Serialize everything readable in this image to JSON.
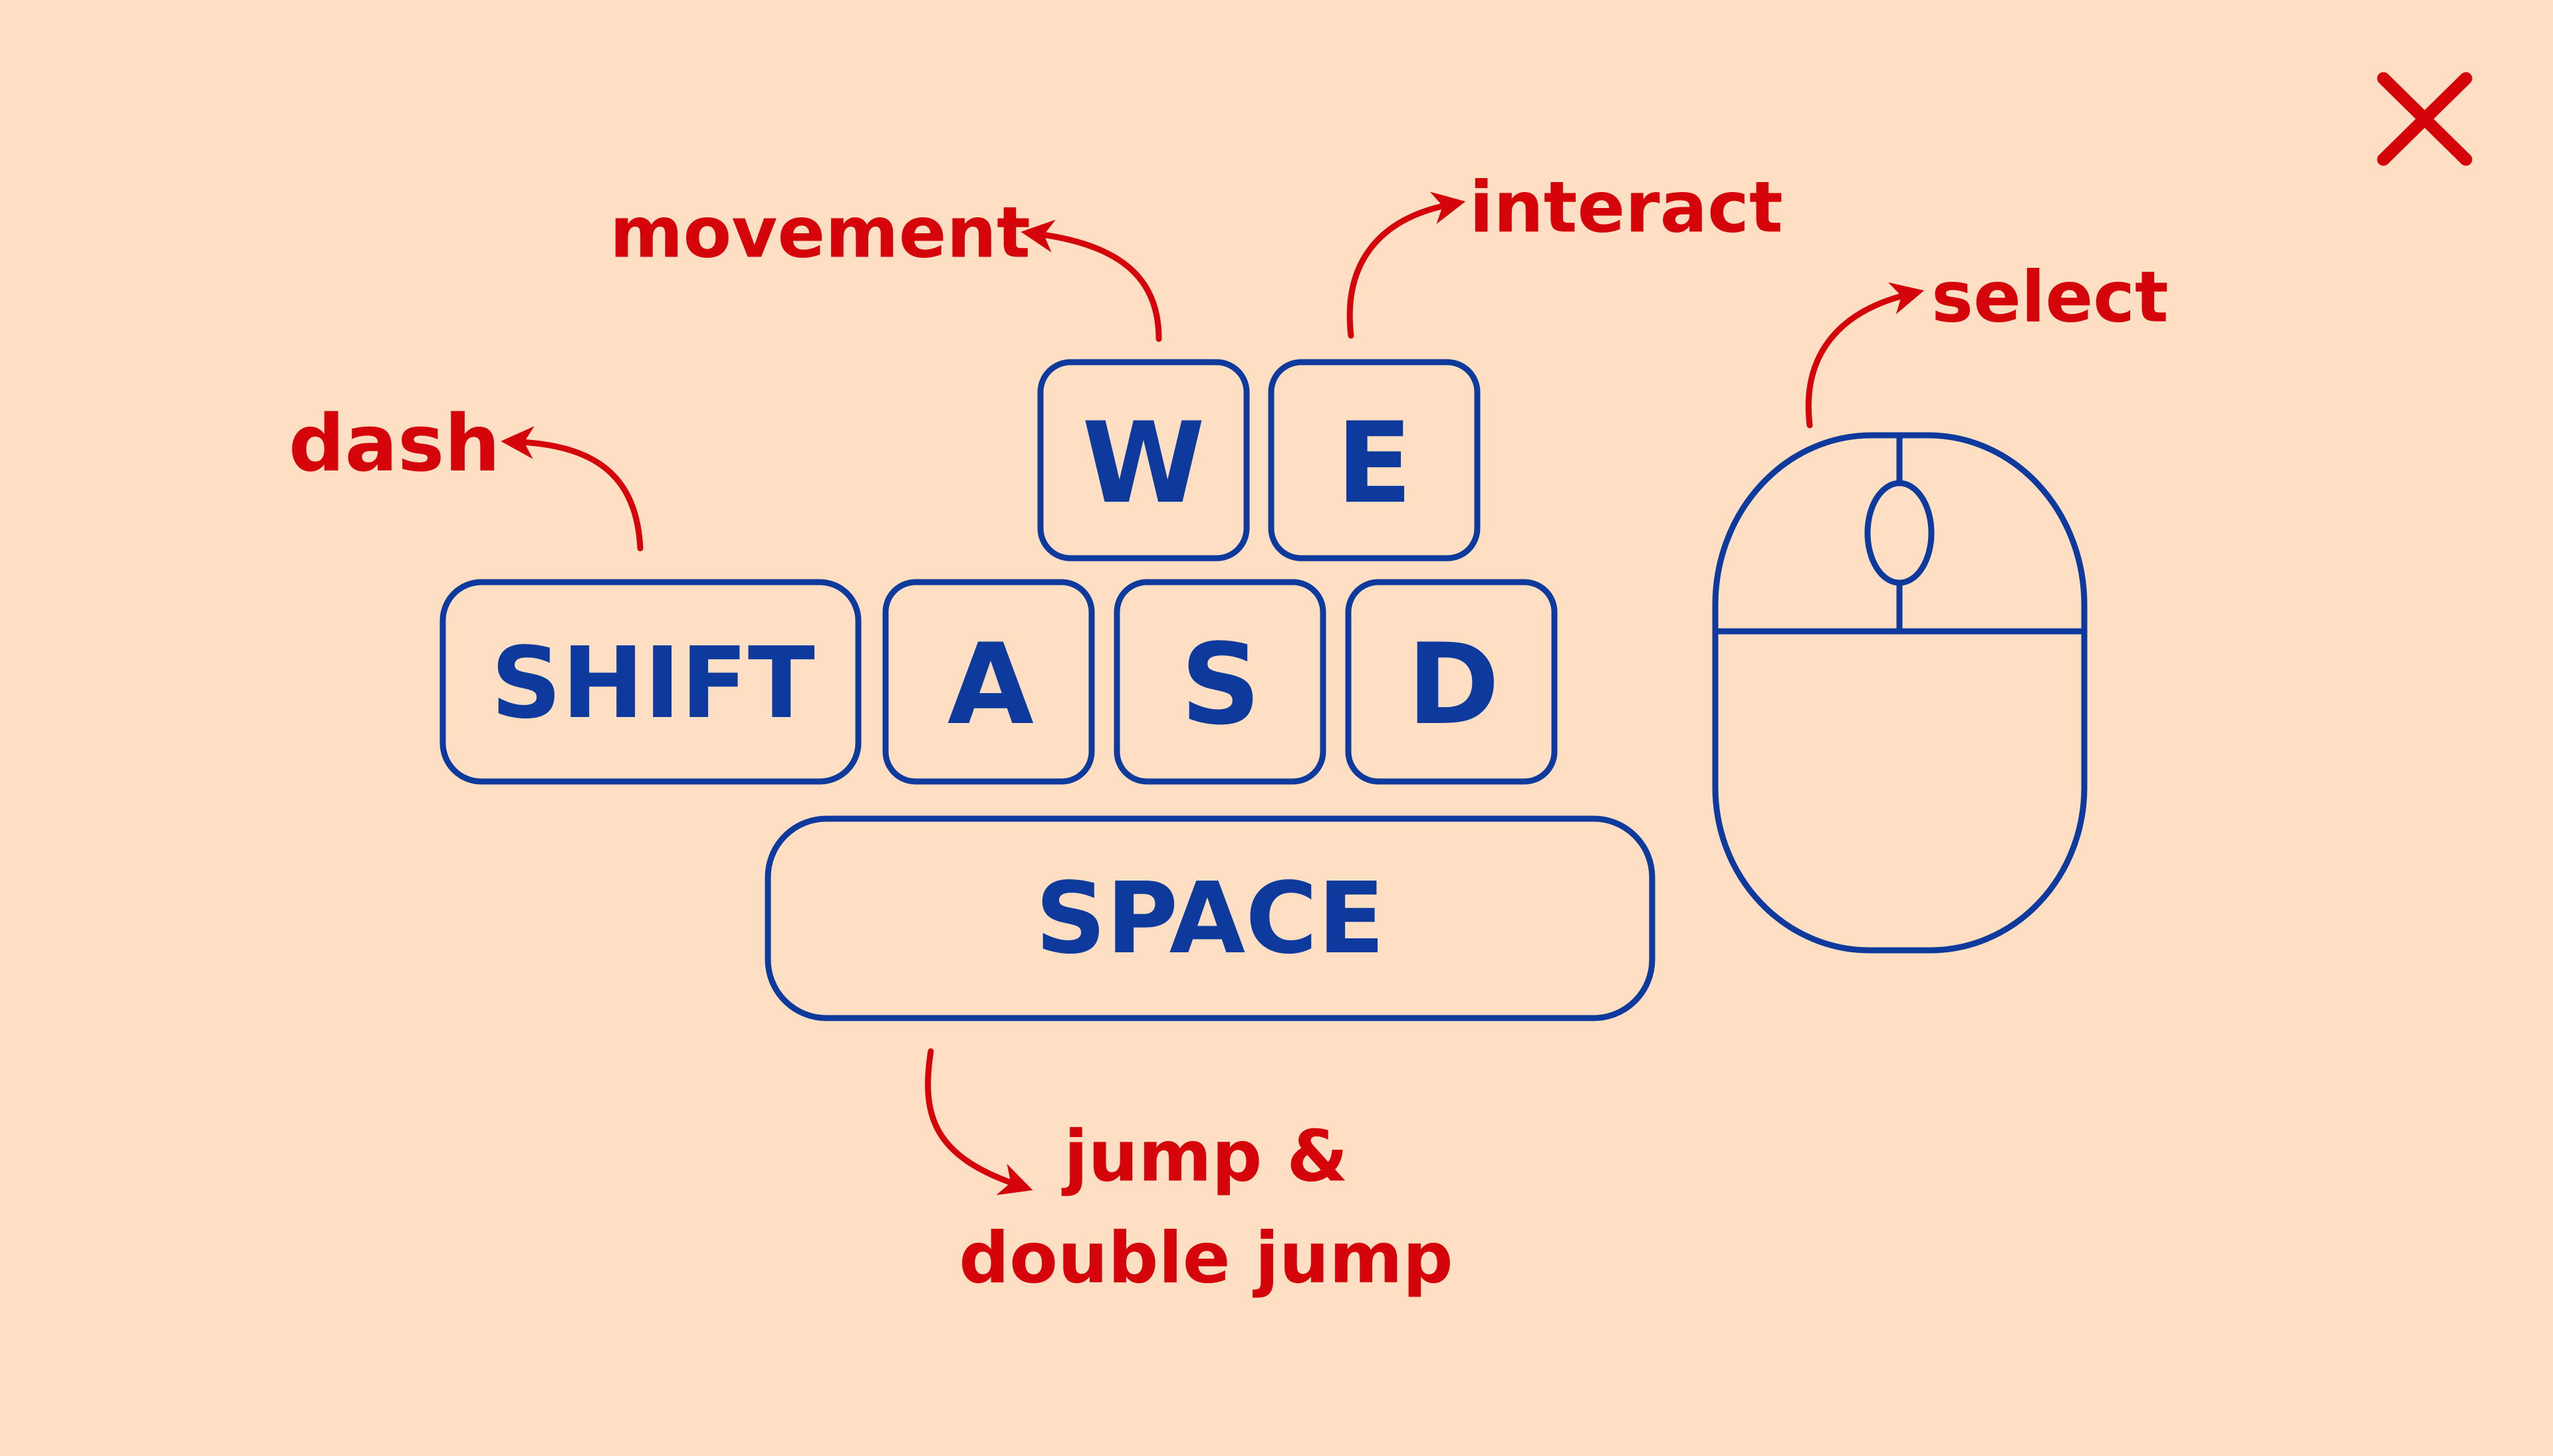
{
  "colors": {
    "background": "#FEDFC4",
    "key_outline": "#0D3A9C",
    "action": "#D4040A"
  },
  "close_button": {
    "icon": "close-icon"
  },
  "keys": {
    "w": "W",
    "e": "E",
    "shift": "SHIFT",
    "a": "A",
    "s": "S",
    "d": "D",
    "space": "SPACE"
  },
  "actions": {
    "movement": "movement",
    "interact": "interact",
    "dash": "dash",
    "select": "select",
    "jump_line1": "jump &",
    "jump_line2": "double jump"
  },
  "mouse": {
    "icon": "mouse-icon"
  }
}
